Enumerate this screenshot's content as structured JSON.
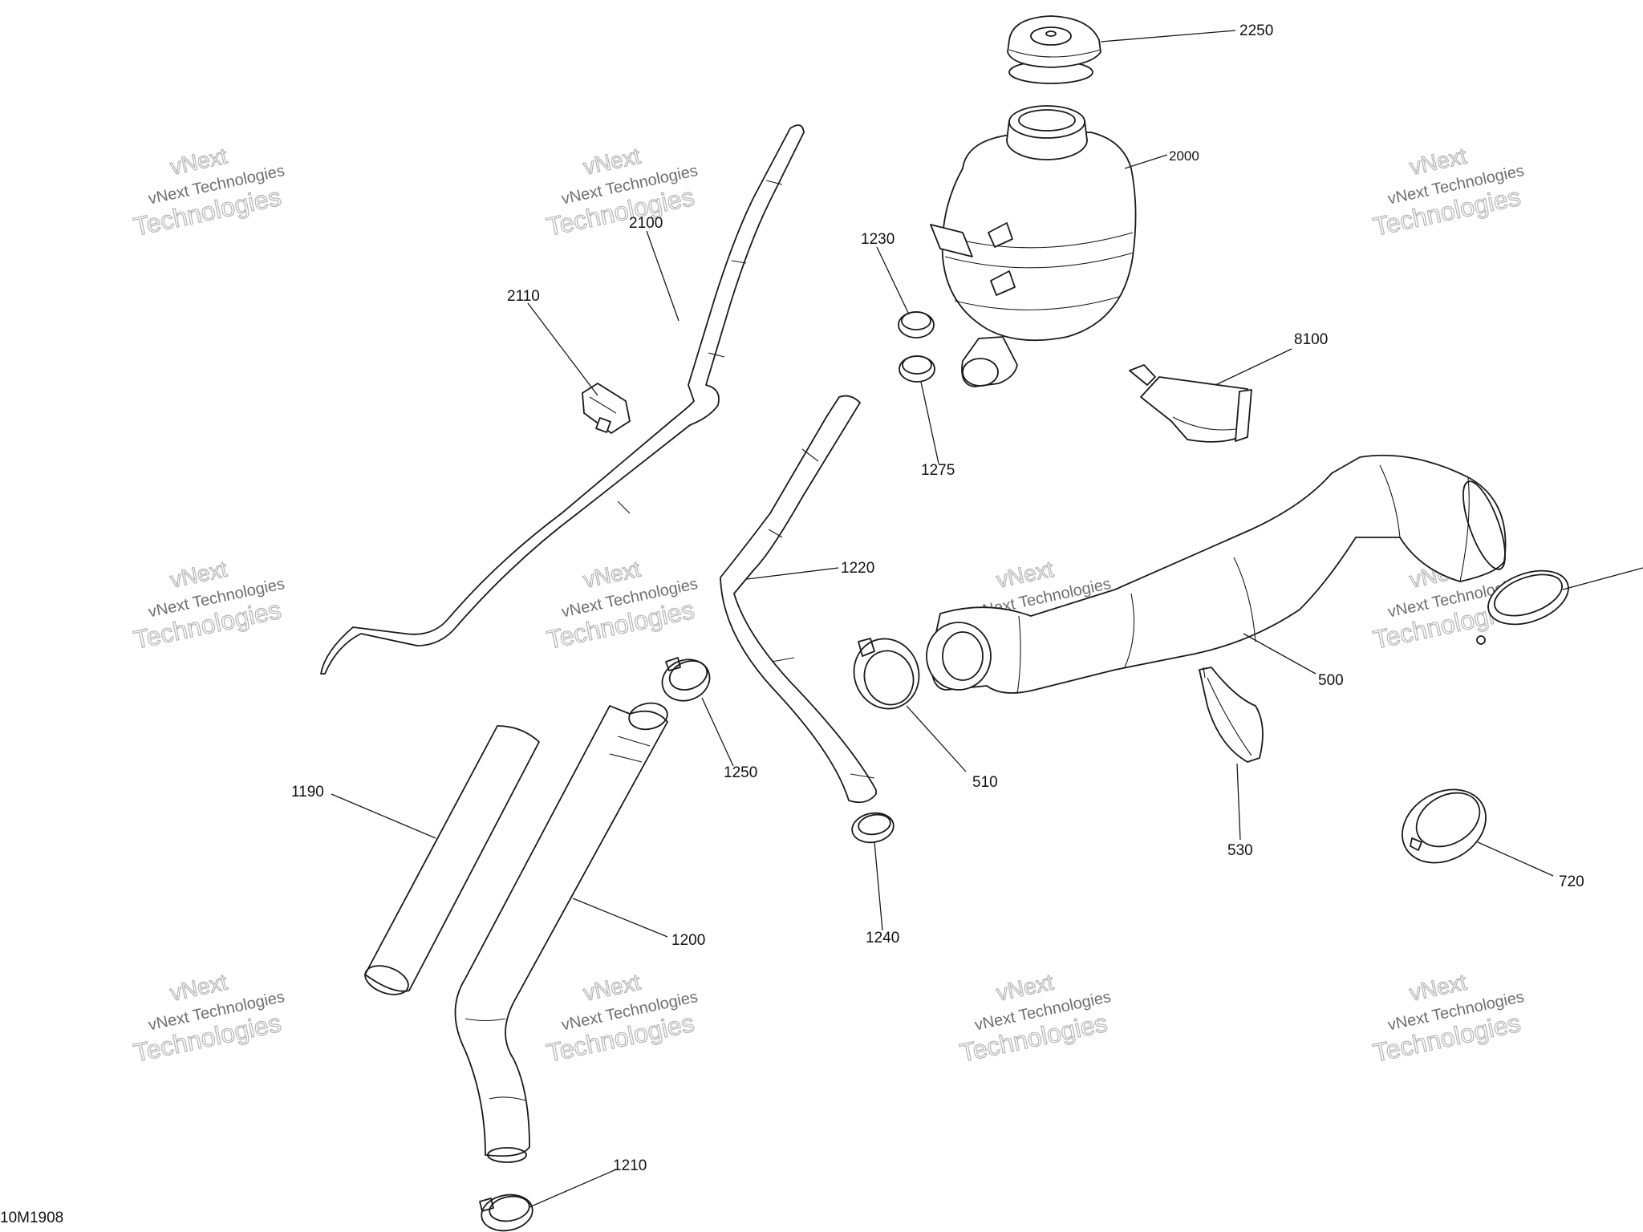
{
  "diagram": {
    "code": "10M1908",
    "watermark": {
      "line_top": "vNext",
      "line_main": "vNext Technologies",
      "line_bottom": "Technologies"
    },
    "callouts": [
      {
        "id": "2250",
        "label": "2250"
      },
      {
        "id": "2000",
        "label": "2000"
      },
      {
        "id": "2100",
        "label": "2100"
      },
      {
        "id": "2110",
        "label": "2110"
      },
      {
        "id": "1230",
        "label": "1230"
      },
      {
        "id": "1275",
        "label": "1275"
      },
      {
        "id": "8100",
        "label": "8100"
      },
      {
        "id": "1220",
        "label": "1220"
      },
      {
        "id": "500",
        "label": "500"
      },
      {
        "id": "510",
        "label": "510"
      },
      {
        "id": "530",
        "label": "530"
      },
      {
        "id": "720",
        "label": "720"
      },
      {
        "id": "1250",
        "label": "1250"
      },
      {
        "id": "1190",
        "label": "1190"
      },
      {
        "id": "1200",
        "label": "1200"
      },
      {
        "id": "1240",
        "label": "1240"
      },
      {
        "id": "1210",
        "label": "1210"
      }
    ]
  }
}
